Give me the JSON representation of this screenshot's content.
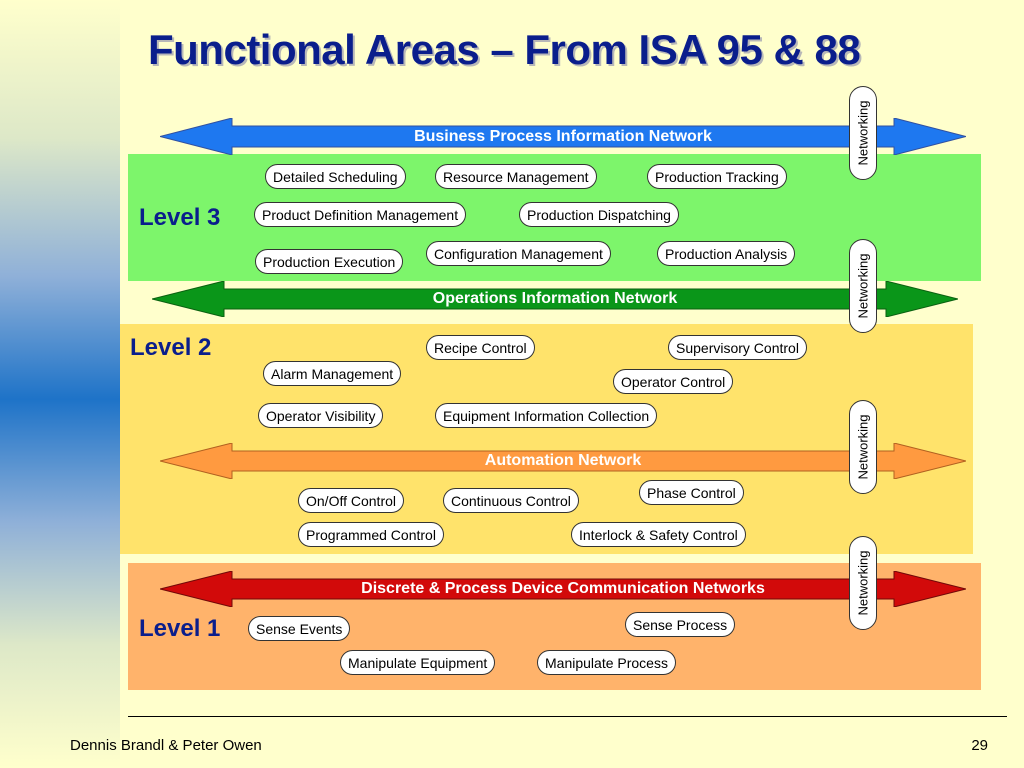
{
  "title": "Functional Areas – From ISA 95 & 88",
  "levels": {
    "level3": "Level 3",
    "level2": "Level 2",
    "level1": "Level 1"
  },
  "networks": {
    "business": "Business Process Information Network",
    "operations": "Operations Information Network",
    "automation": "Automation Network",
    "device": "Discrete & Process Device Communication Networks"
  },
  "networking_label": "Networking",
  "functions": {
    "level3": [
      "Detailed Scheduling",
      "Resource Management",
      "Production Tracking",
      "Product Definition Management",
      "Production Dispatching",
      "Production Execution",
      "Configuration Management",
      "Production Analysis"
    ],
    "level2_upper": [
      "Recipe Control",
      "Supervisory Control",
      "Alarm Management",
      "Operator Control",
      "Operator Visibility",
      "Equipment Information Collection"
    ],
    "level2_lower": [
      "Phase Control",
      "On/Off Control",
      "Continuous Control",
      "Programmed Control",
      "Interlock & Safety Control"
    ],
    "level1": [
      "Sense Process",
      "Sense Events",
      "Manipulate Equipment",
      "Manipulate Process"
    ]
  },
  "colors": {
    "title": "#0a1e8c",
    "business_arrow": "#1e78f0",
    "operations_arrow": "#0a9619",
    "automation_arrow": "#ff9a40",
    "device_arrow": "#d20a0a",
    "level3_band": "#7df56b",
    "level2_band": "#ffe36b",
    "level1_band": "#ffb36b"
  },
  "footer": {
    "authors": "Dennis Brandl & Peter Owen",
    "page": "29"
  }
}
